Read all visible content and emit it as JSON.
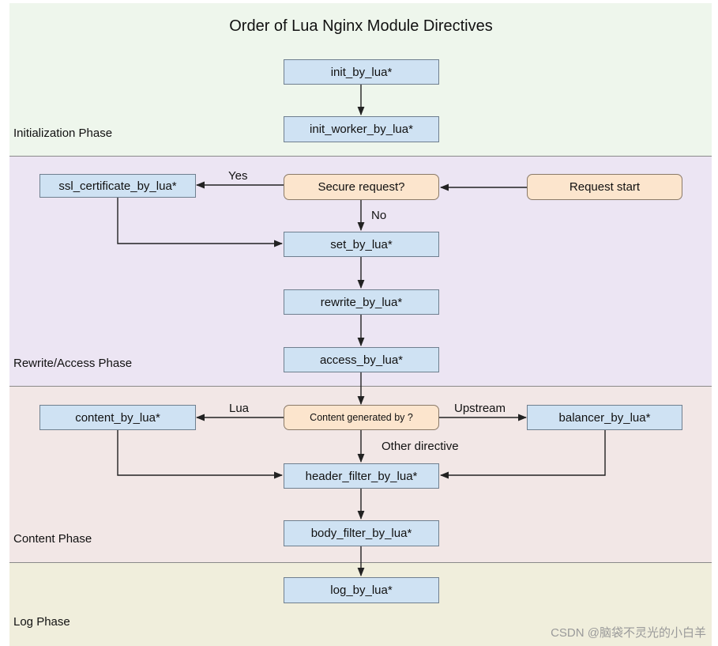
{
  "title": "Order of Lua Nginx Module Directives",
  "phases": {
    "init": "Initialization Phase",
    "rewrite": "Rewrite/Access Phase",
    "content": "Content Phase",
    "log": "Log Phase"
  },
  "nodes": {
    "init_by_lua": "init_by_lua*",
    "init_worker_by_lua": "init_worker_by_lua*",
    "ssl_certificate_by_lua": "ssl_certificate_by_lua*",
    "secure_request": "Secure request?",
    "request_start": "Request start",
    "set_by_lua": "set_by_lua*",
    "rewrite_by_lua": "rewrite_by_lua*",
    "access_by_lua": "access_by_lua*",
    "content_by_lua": "content_by_lua*",
    "content_generated_by": "Content generated by ?",
    "balancer_by_lua": "balancer_by_lua*",
    "header_filter_by_lua": "header_filter_by_lua*",
    "body_filter_by_lua": "body_filter_by_lua*",
    "log_by_lua": "log_by_lua*"
  },
  "edge_labels": {
    "yes": "Yes",
    "no": "No",
    "lua": "Lua",
    "upstream": "Upstream",
    "other_directive": "Other directive"
  },
  "watermark": "CSDN @脑袋不灵光的小白羊"
}
